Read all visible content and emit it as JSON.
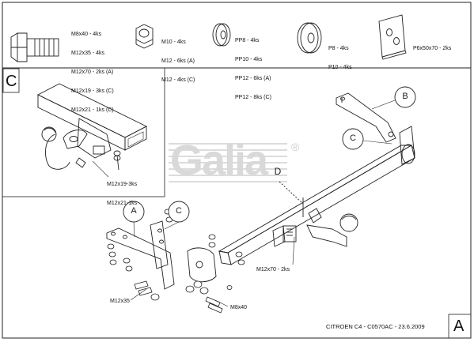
{
  "parts": [
    {
      "name": "bolt",
      "lines": [
        "M8x40 - 4ks",
        "M12x35 - 4ks",
        "M12x70 - 2ks (A)",
        "M12x19 - 3ks (C)",
        "M12x21 - 1ks (C)"
      ]
    },
    {
      "name": "nut",
      "lines": [
        "M10 - 4ks",
        "M12 - 6ks (A)",
        "M12 - 4ks (C)"
      ]
    },
    {
      "name": "washer",
      "lines": [
        "PP8 - 4ks",
        "PP10 - 4ks",
        "PP12 - 6ks (A)",
        "PP12 - 8ks (C)"
      ]
    },
    {
      "name": "flat-washer",
      "lines": [
        "P8 - 4ks",
        "P10 - 4ks"
      ]
    },
    {
      "name": "plate",
      "lines": [
        "P6x50x70 - 2ks"
      ]
    }
  ],
  "detail": {
    "letter": "C",
    "labels": [
      "M12x19-3ks",
      "M12x21-1ks"
    ]
  },
  "logo": {
    "text": "Galia",
    "mark": "®"
  },
  "callouts": {
    "a": "A",
    "b": "B",
    "c_top": "C",
    "c_left": "C",
    "d": "D"
  },
  "annotations": {
    "m12x70": "M12x70 - 2ks",
    "m12x35": "M12x35",
    "m8x40": "M8x40"
  },
  "footer": {
    "text": "CITROEN C4 - C0570AC - 23.6.2009",
    "corner_letter": "A"
  }
}
